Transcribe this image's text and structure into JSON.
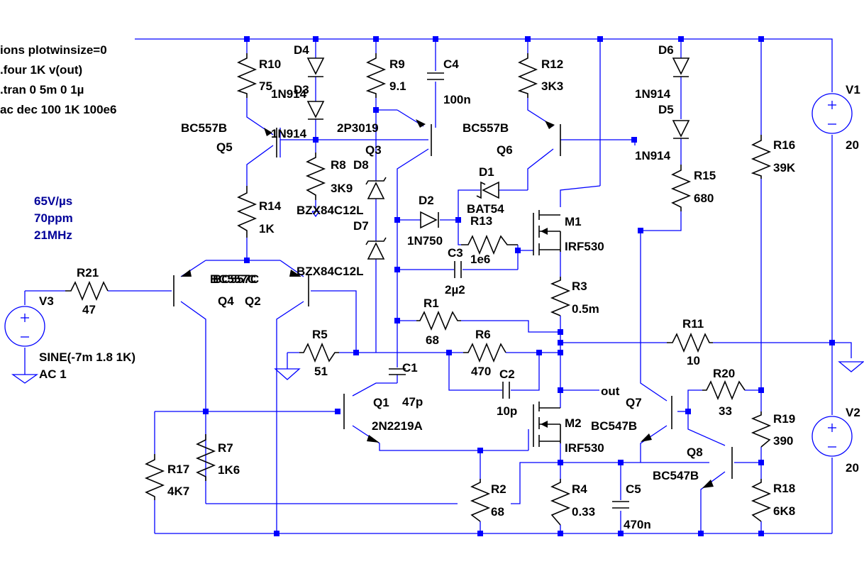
{
  "directives": [
    "ions plotwinsize=0",
    ".four 1K v(out)",
    ".tran 0 5m 0 1µ",
    "ac dec 100 1K 100e6"
  ],
  "notes": [
    "65V/µs",
    "70ppm",
    "21MHz"
  ],
  "colors": {
    "wire": "#0000ff",
    "component": "#000000",
    "note": "#000099"
  },
  "net_labels": {
    "out": "out"
  },
  "components": [
    {
      "ref": "R10",
      "value": "75"
    },
    {
      "ref": "D4",
      "value": "1N914"
    },
    {
      "ref": "D3",
      "value": "1N914"
    },
    {
      "ref": "R9",
      "value": "9.1"
    },
    {
      "ref": "C4",
      "value": "100n"
    },
    {
      "ref": "R12",
      "value": "3K3"
    },
    {
      "ref": "D6",
      "value": "1N914"
    },
    {
      "ref": "D5",
      "value": "1N914"
    },
    {
      "ref": "Q5",
      "value": "BC557B"
    },
    {
      "ref": "Q3",
      "value": "2P3019"
    },
    {
      "ref": "Q6",
      "value": "BC557B"
    },
    {
      "ref": "R8",
      "value": "3K9"
    },
    {
      "ref": "D8",
      "value": "BZX84C12L"
    },
    {
      "ref": "D7",
      "value": "BZX84C12L"
    },
    {
      "ref": "D1",
      "value": "BAT54"
    },
    {
      "ref": "D2",
      "value": "1N750"
    },
    {
      "ref": "R13",
      "value": "1e6"
    },
    {
      "ref": "C3",
      "value": "2µ2"
    },
    {
      "ref": "M1",
      "value": "IRF530"
    },
    {
      "ref": "R15",
      "value": "680"
    },
    {
      "ref": "R16",
      "value": "39K"
    },
    {
      "ref": "R14",
      "value": "1K"
    },
    {
      "ref": "Q4",
      "value": "BC557C"
    },
    {
      "ref": "Q2",
      "value": "BC557C"
    },
    {
      "ref": "R21",
      "value": "47"
    },
    {
      "ref": "V3",
      "value": "SINE(-7m 1.8 1K)"
    },
    {
      "ref": "R3",
      "value": "0.5m"
    },
    {
      "ref": "R1",
      "value": "68"
    },
    {
      "ref": "R11",
      "value": "10"
    },
    {
      "ref": "R5",
      "value": "51"
    },
    {
      "ref": "R6",
      "value": "470"
    },
    {
      "ref": "C1",
      "value": "47p"
    },
    {
      "ref": "C2",
      "value": "10p"
    },
    {
      "ref": "Q1",
      "value": "2N2219A"
    },
    {
      "ref": "M2",
      "value": "IRF530"
    },
    {
      "ref": "Q7",
      "value": "BC547B"
    },
    {
      "ref": "R20",
      "value": "33"
    },
    {
      "ref": "R19",
      "value": "390"
    },
    {
      "ref": "Q8",
      "value": "BC547B"
    },
    {
      "ref": "R17",
      "value": "4K7"
    },
    {
      "ref": "R7",
      "value": "1K6"
    },
    {
      "ref": "R2",
      "value": "68"
    },
    {
      "ref": "R4",
      "value": "0.33"
    },
    {
      "ref": "C5",
      "value": "470n"
    },
    {
      "ref": "R18",
      "value": "6K8"
    },
    {
      "ref": "V1",
      "value": "20"
    },
    {
      "ref": "V2",
      "value": "20"
    }
  ],
  "v3_ac": "AC 1"
}
